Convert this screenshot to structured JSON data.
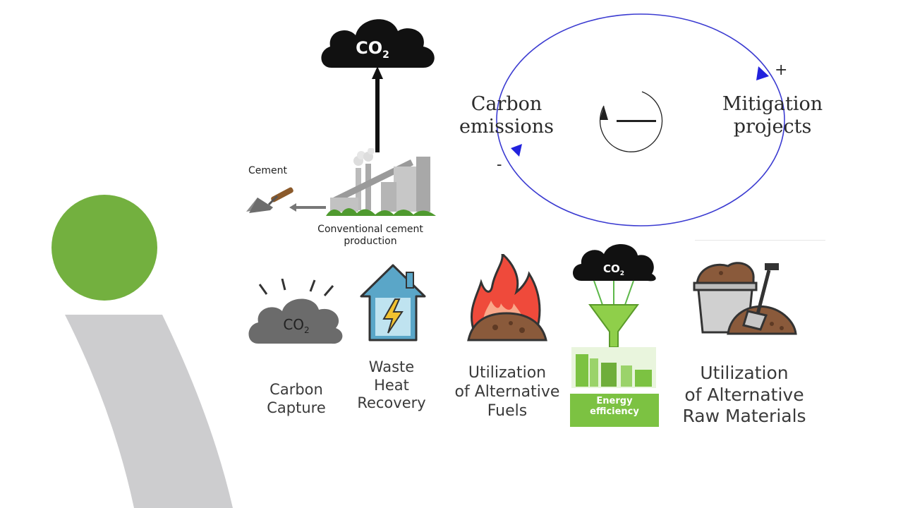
{
  "top_flow": {
    "cloud_label": "CO",
    "cloud_sub": "2",
    "cement_label": "Cement",
    "plant_caption": [
      "Conventional cement",
      "production"
    ]
  },
  "loop": {
    "left_label": [
      "Carbon",
      "emissions"
    ],
    "right_label": [
      "Mitigation",
      "projects"
    ],
    "plus_sign": "+",
    "minus_sign": "-"
  },
  "strategies": {
    "carbon_capture": {
      "icon_text": "CO",
      "icon_sub": "2",
      "label": [
        "Carbon",
        "Capture"
      ]
    },
    "waste_heat": {
      "label": [
        "Waste",
        "Heat",
        "Recovery"
      ]
    },
    "alt_fuels": {
      "label": [
        "Utilization",
        "of Alternative",
        "Fuels"
      ]
    },
    "energy_efficiency": {
      "cloud_text": "CO",
      "cloud_sub": "2",
      "banner": [
        "Energy",
        "efficiency"
      ]
    },
    "alt_raw": {
      "label": [
        "Utilization",
        "of Alternative",
        "Raw Materials"
      ]
    }
  },
  "colors": {
    "accent_green": "#73b03f",
    "arc_gray": "#cdcdcf",
    "loop_blue": "#3b3bd1",
    "energy_green": "#7cc242"
  }
}
